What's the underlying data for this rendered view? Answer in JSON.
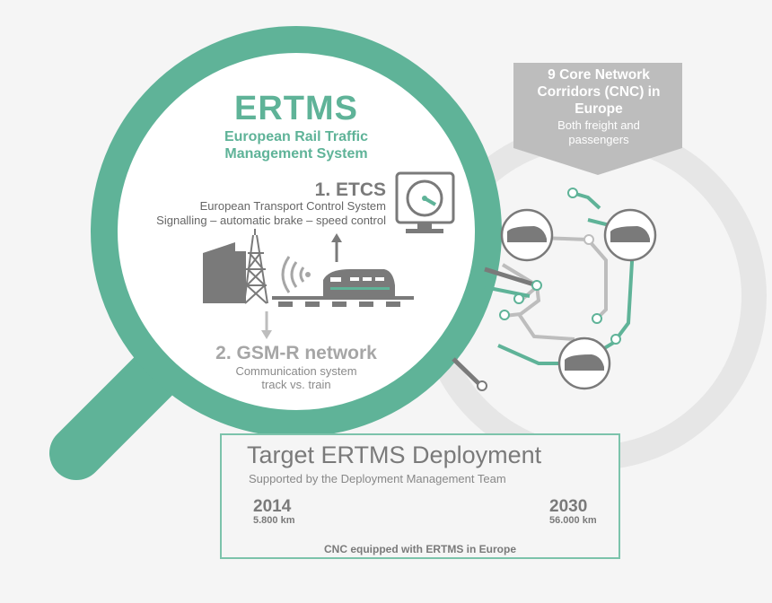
{
  "ertms": {
    "title": "ERTMS",
    "subtitle_line1": "European Rail Traffic",
    "subtitle_line2": "Management System"
  },
  "etcs": {
    "title": "1. ETCS",
    "desc_line1": "European Transport Control System",
    "desc_line2": "Signalling – automatic brake – speed control"
  },
  "gsmr": {
    "title": "2. GSM-R network",
    "desc_line1": "Communication system",
    "desc_line2": "track vs. train"
  },
  "corridors": {
    "title_line1": "9 Core Network",
    "title_line2": "Corridors (CNC) in",
    "title_line3": "Europe",
    "desc_line1": "Both freight and",
    "desc_line2": "passengers"
  },
  "deployment": {
    "title": "Target ERTMS Deployment",
    "subtitle": "Supported by the Deployment Management Team",
    "start_year": "2014",
    "start_km": "5.800 km",
    "end_year": "2030",
    "end_km": "56.000 km",
    "caption": "CNC equipped with ERTMS in Europe"
  },
  "colors": {
    "accent": "#5fb398",
    "grey": "#7a7a7a",
    "light_grey": "#bdbdbd"
  },
  "icons": [
    "magnifier-icon",
    "speedometer-monitor-icon",
    "train-icon",
    "signal-tower-icon",
    "building-icon",
    "wireless-signal-icon",
    "globe-icon",
    "network-map-icon"
  ]
}
